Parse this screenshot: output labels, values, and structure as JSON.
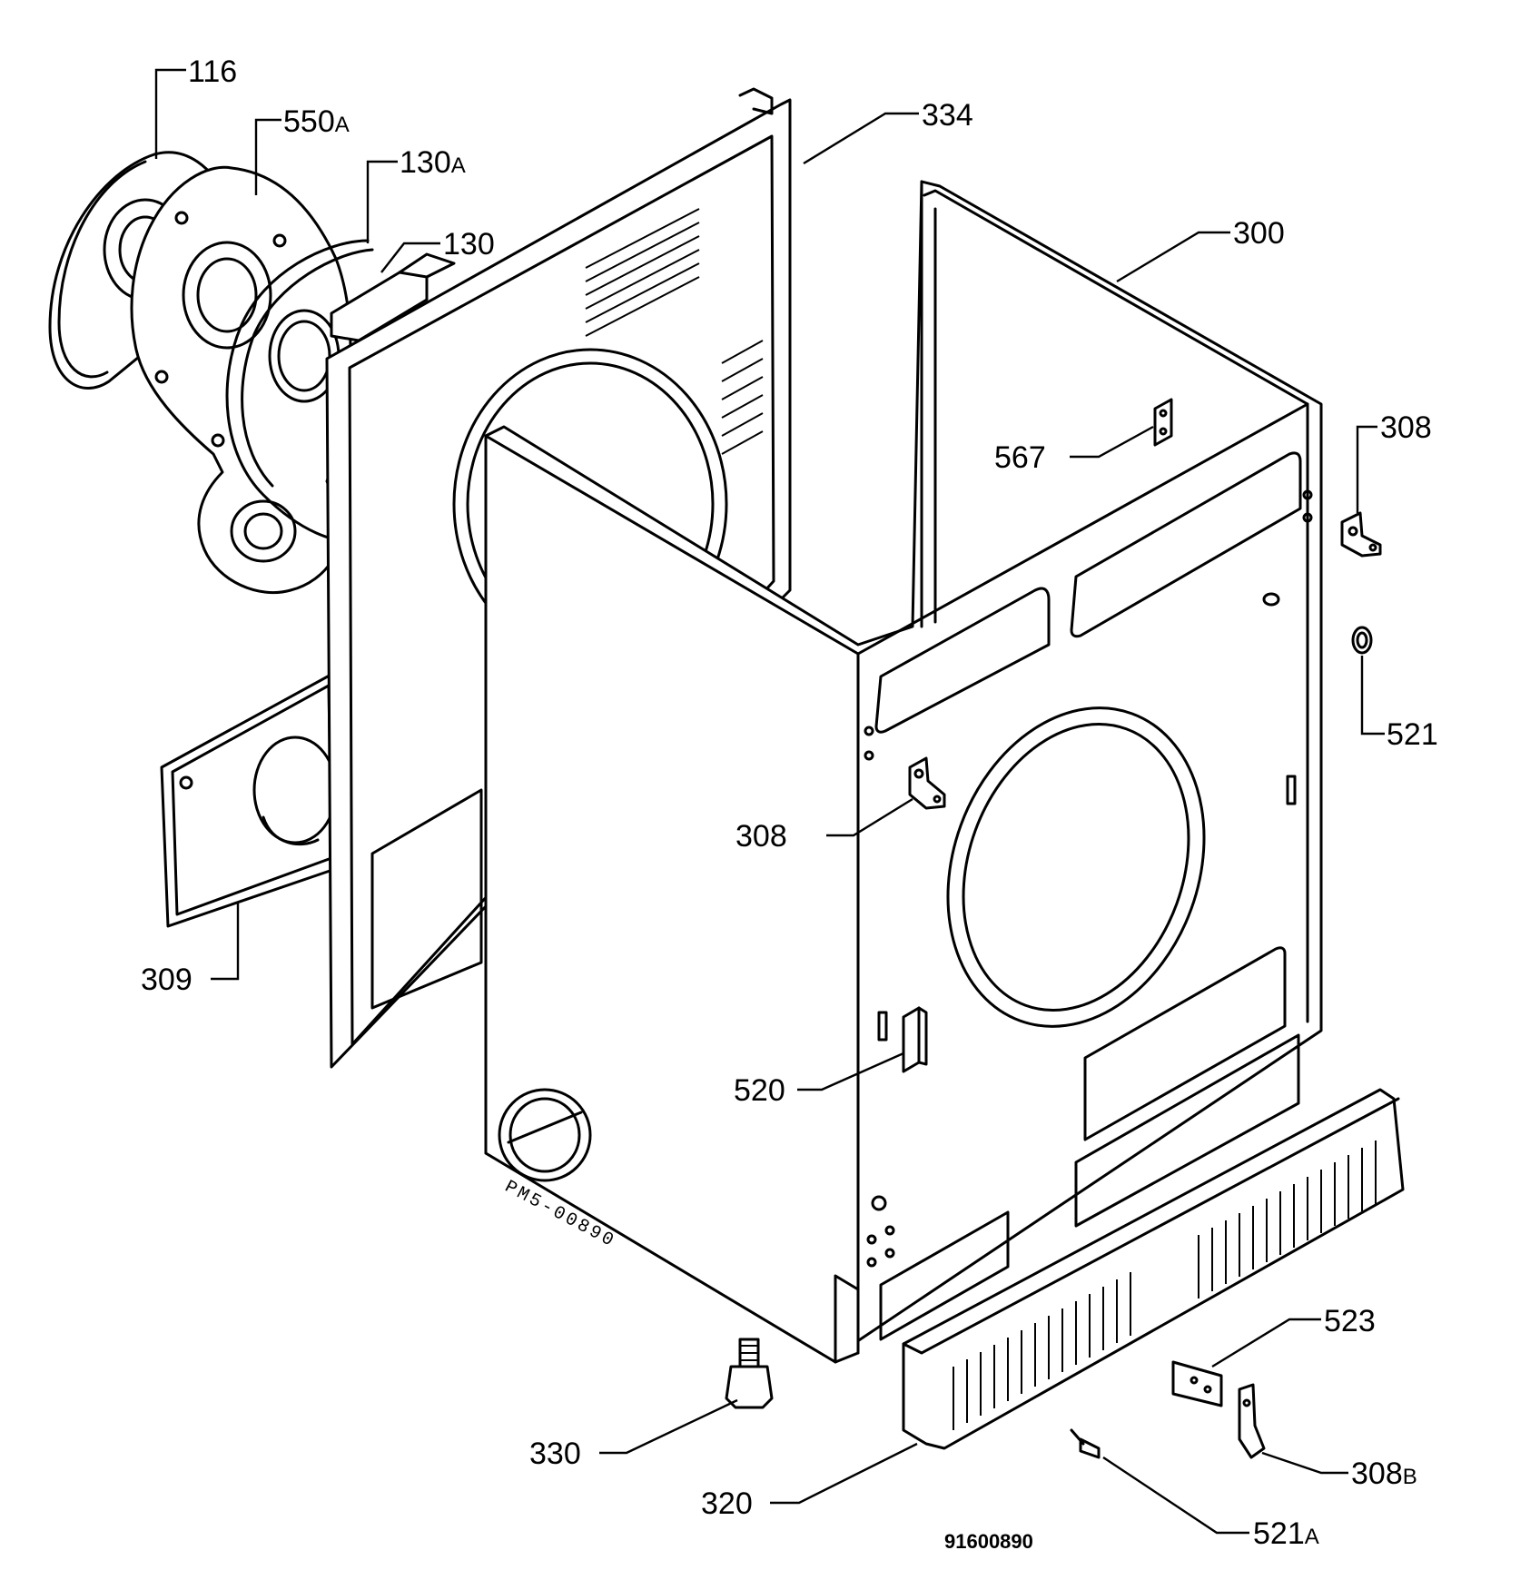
{
  "callouts": [
    {
      "id": "116",
      "label": "116",
      "suffix": ""
    },
    {
      "id": "550a",
      "label": "550",
      "suffix": "A"
    },
    {
      "id": "130a",
      "label": "130",
      "suffix": "A"
    },
    {
      "id": "130",
      "label": "130",
      "suffix": ""
    },
    {
      "id": "334",
      "label": "334",
      "suffix": ""
    },
    {
      "id": "300",
      "label": "300",
      "suffix": ""
    },
    {
      "id": "567",
      "label": "567",
      "suffix": ""
    },
    {
      "id": "308-right",
      "label": "308",
      "suffix": ""
    },
    {
      "id": "521",
      "label": "521",
      "suffix": ""
    },
    {
      "id": "308-mid",
      "label": "308",
      "suffix": ""
    },
    {
      "id": "309",
      "label": "309",
      "suffix": ""
    },
    {
      "id": "520",
      "label": "520",
      "suffix": ""
    },
    {
      "id": "523",
      "label": "523",
      "suffix": ""
    },
    {
      "id": "330",
      "label": "330",
      "suffix": ""
    },
    {
      "id": "320",
      "label": "320",
      "suffix": ""
    },
    {
      "id": "308b",
      "label": "308",
      "suffix": "B"
    },
    {
      "id": "521a",
      "label": "521",
      "suffix": "A"
    }
  ],
  "stamp": "PM5-00890",
  "drawing_number": "91600890"
}
